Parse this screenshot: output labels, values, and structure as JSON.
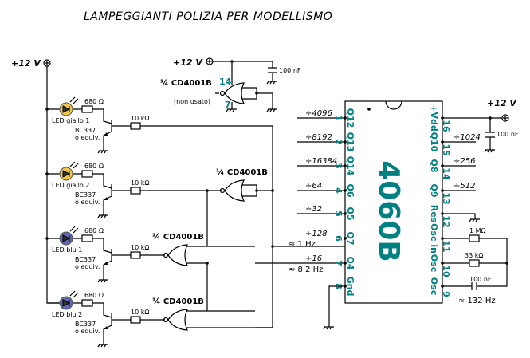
{
  "title": "LAMPEGGIANTI POLIZIA PER MODELLISMO",
  "supply_label": "+12 V",
  "colors": {
    "accent": "#008080",
    "led_yellow": "#f0c850",
    "led_blue": "#6066b0"
  },
  "leds": [
    {
      "label": "LED giallo 1",
      "color": "yellow",
      "resistor": "680 Ω",
      "transistor": "BC337",
      "transistor_note": "o equiv.",
      "base_resistor": "10 kΩ"
    },
    {
      "label": "LED giallo 2",
      "color": "yellow",
      "resistor": "680 Ω",
      "transistor": "BC337",
      "transistor_note": "o equiv.",
      "base_resistor": "10 kΩ"
    },
    {
      "label": "LED blu 1",
      "color": "blue",
      "resistor": "680 Ω",
      "transistor": "BC337",
      "transistor_note": "o equiv.",
      "base_resistor": "10 kΩ"
    },
    {
      "label": "LED blu 2",
      "color": "blue",
      "resistor": "680 Ω",
      "transistor": "BC337",
      "transistor_note": "o equiv.",
      "base_resistor": "10 kΩ"
    }
  ],
  "gates": {
    "label": "¼ CD4001B",
    "unused_note": "(non usato)",
    "pin_vdd": "14",
    "pin_gnd": "7",
    "decoupling_cap": "100 nF"
  },
  "chip": {
    "name": "4060B",
    "left_pins": [
      {
        "num": "1",
        "name": "Q12",
        "divider": "÷4096"
      },
      {
        "num": "2",
        "name": "Q13",
        "divider": "÷8192"
      },
      {
        "num": "3",
        "name": "Q14",
        "divider": "÷16384"
      },
      {
        "num": "4",
        "name": "Q6",
        "divider": "÷64"
      },
      {
        "num": "5",
        "name": "Q5",
        "divider": "÷32"
      },
      {
        "num": "6",
        "name": "Q7",
        "divider": "÷128",
        "freq": "≈ 1 Hz"
      },
      {
        "num": "7",
        "name": "Q4",
        "divider": "÷16",
        "freq": "≈ 8.2 Hz"
      },
      {
        "num": "8",
        "name": "Gnd"
      }
    ],
    "right_pins": [
      {
        "num": "16",
        "name": "+Vdd"
      },
      {
        "num": "15",
        "name": "Q10",
        "divider": "÷1024"
      },
      {
        "num": "14",
        "name": "Q8",
        "divider": "÷256"
      },
      {
        "num": "13",
        "name": "Q9",
        "divider": "÷512"
      },
      {
        "num": "12",
        "name": "Res"
      },
      {
        "num": "11",
        "name": "Osc in"
      },
      {
        "num": "10",
        "name": "Osc"
      },
      {
        "num": "9",
        "name": "Osc"
      }
    ],
    "decoupling_cap": "100 nF",
    "osc_r1": "1 MΩ",
    "osc_r2": "33 kΩ",
    "osc_c": "100 nF",
    "osc_freq": "≈ 132 Hz"
  }
}
